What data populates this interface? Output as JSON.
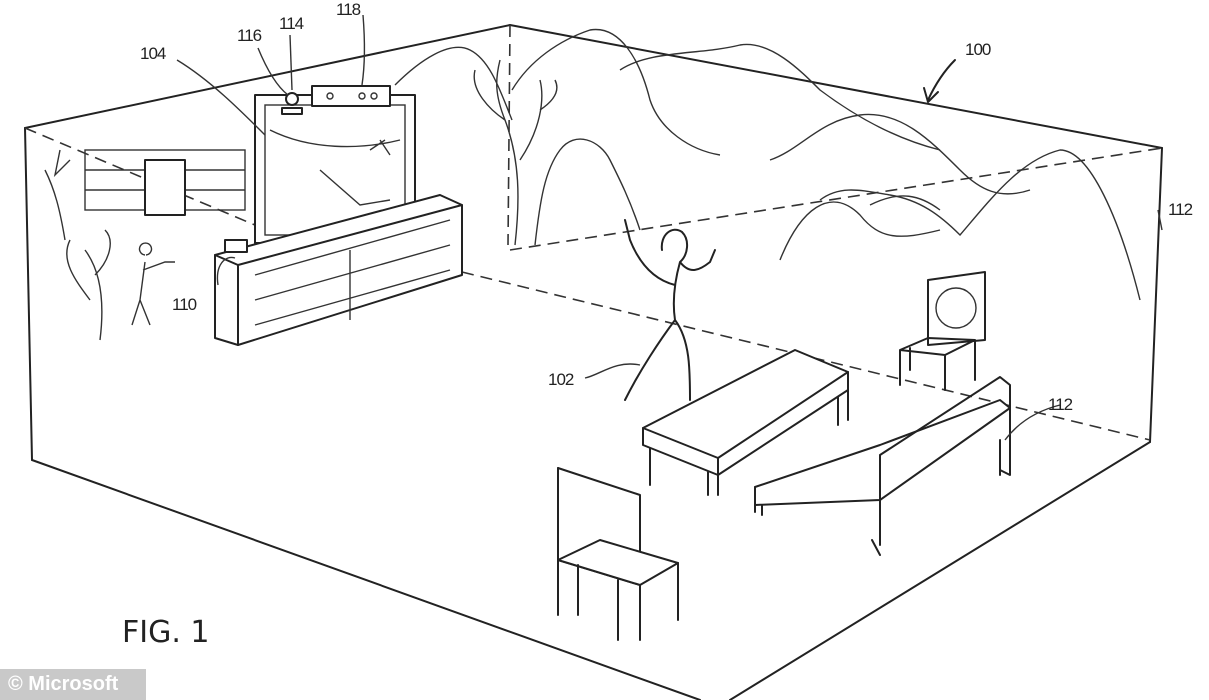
{
  "figure": {
    "title": "FIG. 1",
    "watermark": "© Microsoft",
    "labels": {
      "system": "100",
      "user": "102",
      "display": "104",
      "cabinet": "110",
      "walls_right": "112",
      "walls_couch": "112",
      "sensor_114": "114",
      "sensor_116": "116",
      "sensor_118": "118"
    }
  }
}
